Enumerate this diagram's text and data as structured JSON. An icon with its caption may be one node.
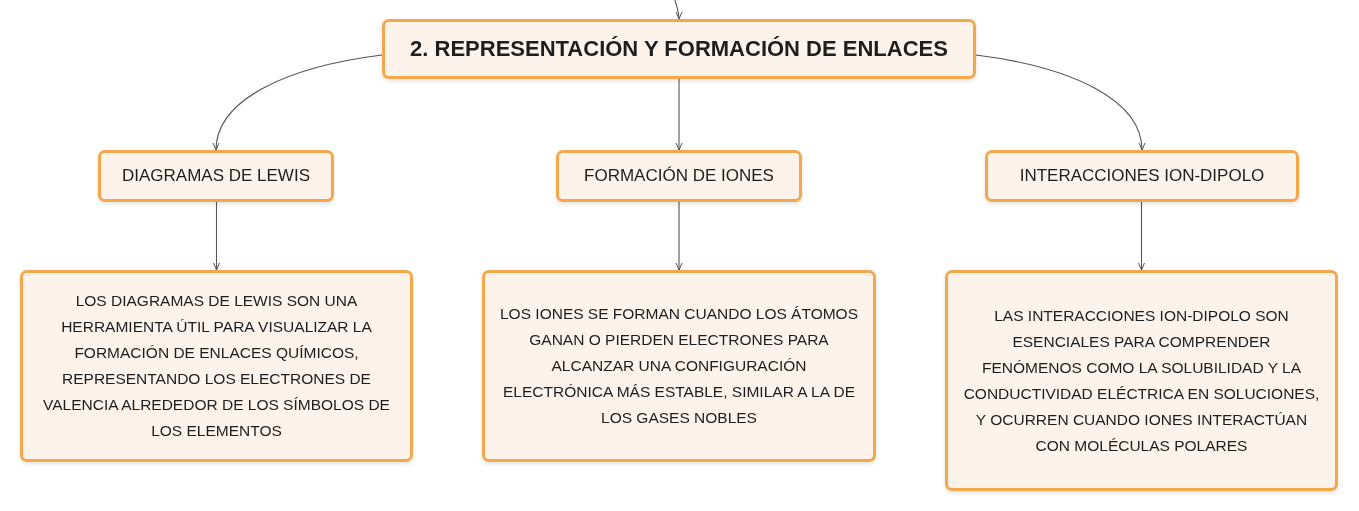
{
  "diagram": {
    "nodes": [
      {
        "text": [
          "2. REPRESENTACIÓN Y FORMACIÓN DE ENLACES"
        ]
      },
      {
        "text": [
          "DIAGRAMAS DE LEWIS"
        ]
      },
      {
        "text": [
          "FORMACIÓN DE IONES"
        ]
      },
      {
        "text": [
          "INTERACCIONES ION-DIPOLO"
        ]
      },
      {
        "text": [
          "LOS DIAGRAMAS DE LEWIS SON UNA HERRAMIENTA ÚTIL PARA VISUALIZAR LA FORMACIÓN DE ENLACES QUÍMICOS, REPRESENTANDO LOS ELECTRONES DE VALENCIA ALREDEDOR DE LOS SÍMBOLOS DE LOS ELEMENTOS"
        ]
      },
      {
        "text": [
          "LOS IONES SE FORMAN CUANDO LOS ÁTOMOS GANAN O PIERDEN ELECTRONES PARA ALCANZAR UNA CONFIGURACIÓN ELECTRÓNICA MÁS ESTABLE, SIMILAR A LA DE LOS GASES NOBLES"
        ]
      },
      {
        "text": [
          "LAS INTERACCIONES ION-DIPOLO SON ESENCIALES PARA COMPRENDER FENÓMENOS COMO LA SOLUBILIDAD Y LA CONDUCTIVIDAD ELÉCTRICA EN SOLUCIONES, Y OCURREN CUANDO IONES INTERACTÚAN CON MOLÉCULAS POLARES"
        ]
      }
    ],
    "edges": [
      {
        "from": null,
        "to": 0,
        "arrow": "to"
      },
      {
        "from": 0,
        "to": 1,
        "arrow": "to"
      },
      {
        "from": 0,
        "to": 2,
        "arrow": "to"
      },
      {
        "from": 0,
        "to": 3,
        "arrow": "to"
      },
      {
        "from": 1,
        "to": 4,
        "arrow": "to"
      },
      {
        "from": 2,
        "to": 5,
        "arrow": "to"
      },
      {
        "from": 3,
        "to": 6,
        "arrow": "to"
      }
    ]
  }
}
